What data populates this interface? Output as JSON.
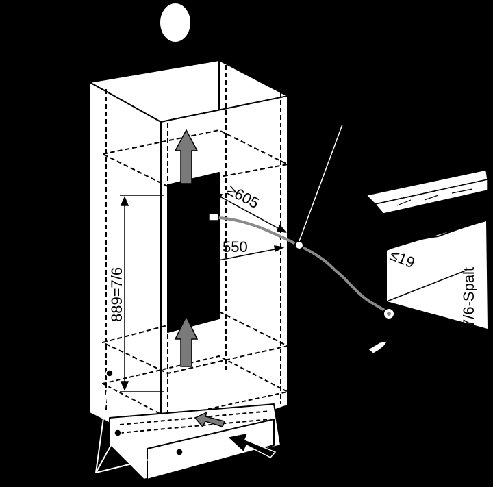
{
  "labels": {
    "height": "889=7/6",
    "depth_min": "≥605",
    "width": "550",
    "gap_max": "≤19",
    "gap_label": "7/6-Spalt"
  },
  "colors": {
    "background": "#000000",
    "panel": "#ffffff",
    "arrow_fill": "#7a7a7a",
    "cable": "#8a8a8a"
  },
  "icons": {
    "badge": "white-oval-badge",
    "hand": "pointing-hand-icon"
  }
}
